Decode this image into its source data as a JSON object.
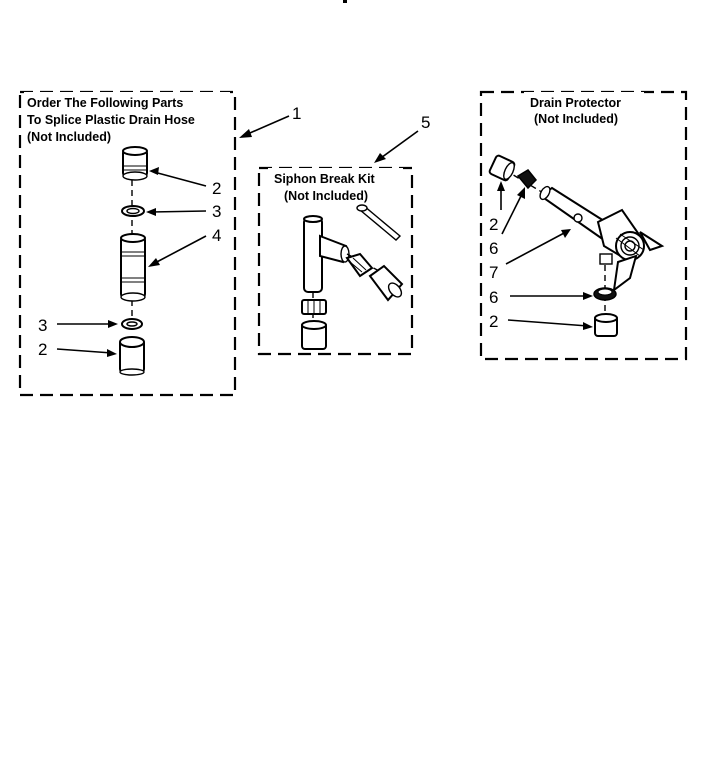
{
  "page": {
    "background": "#ffffff",
    "ink": "#000000"
  },
  "splice_kit": {
    "title_lines": [
      "Order The Following Parts",
      "To Splice Plastic Drain Hose",
      "(Not Included)"
    ],
    "callout": "1",
    "parts": {
      "connector_top": "2",
      "clamp_top": "3",
      "coupler": "4",
      "clamp_bottom": "3",
      "connector_bottom": "2"
    }
  },
  "siphon_kit": {
    "title_lines": [
      "Siphon Break Kit",
      "(Not Included)"
    ],
    "callout": "5"
  },
  "drain_protector": {
    "title_lines": [
      "Drain Protector",
      "(Not Included)"
    ],
    "parts": {
      "end_cap": "2",
      "nut": "6",
      "body": "7",
      "ring": "6",
      "bottom_cap": "2"
    }
  }
}
